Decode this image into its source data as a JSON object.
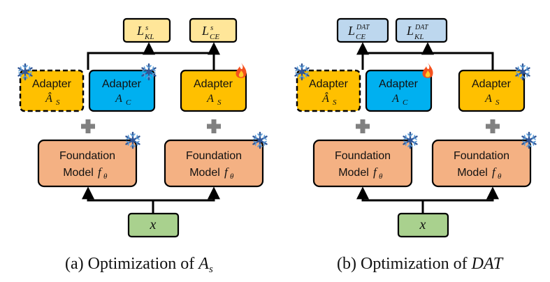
{
  "colors": {
    "adapter_yellow": "#FFC000",
    "adapter_blue": "#00B0F0",
    "loss_yellow": "#FFE699",
    "loss_blue": "#BDD7EE",
    "foundation_orange": "#F4B183",
    "input_green": "#A9D18E",
    "plus_gray": "#7F7F7F",
    "snowflake_blue": "#4472C4",
    "flame_red": "#F4511E"
  },
  "icons": {
    "frozen": "snowflake-icon",
    "trainable": "flame-icon",
    "combine": "plus-icon"
  },
  "left": {
    "loss1": {
      "base": "L",
      "sup": "s",
      "sub": "KL"
    },
    "loss2": {
      "base": "L",
      "sup": "s",
      "sub": "CE"
    },
    "adapter_frozen": {
      "label": "Adapter",
      "sym": "Â",
      "sub": "S"
    },
    "adapter_c": {
      "label": "Adapter",
      "sym": "A",
      "sub": "C"
    },
    "adapter_s": {
      "label": "Adapter",
      "sym": "A",
      "sub": "S"
    },
    "foundation1": {
      "line1": "Foundation",
      "line2": "Model",
      "sym": "f",
      "sub": "θ"
    },
    "foundation2": {
      "line1": "Foundation",
      "line2": "Model",
      "sym": "f",
      "sub": "θ"
    },
    "input": "x",
    "caption": {
      "prefix": "(a) Optimization of ",
      "math": "A",
      "math_sub": "s"
    }
  },
  "right": {
    "loss1": {
      "base": "L",
      "sup": "DAT",
      "sub": "CE"
    },
    "loss2": {
      "base": "L",
      "sup": "DAT",
      "sub": "KL"
    },
    "adapter_frozen": {
      "label": "Adapter",
      "sym": "Â",
      "sub": "S"
    },
    "adapter_c": {
      "label": "Adapter",
      "sym": "A",
      "sub": "C"
    },
    "adapter_s": {
      "label": "Adapter",
      "sym": "A",
      "sub": "S"
    },
    "foundation1": {
      "line1": "Foundation",
      "line2": "Model",
      "sym": "f",
      "sub": "θ"
    },
    "foundation2": {
      "line1": "Foundation",
      "line2": "Model",
      "sym": "f",
      "sub": "θ"
    },
    "input": "x",
    "caption": {
      "prefix": "(b) Optimization of ",
      "math": "DAT"
    }
  }
}
